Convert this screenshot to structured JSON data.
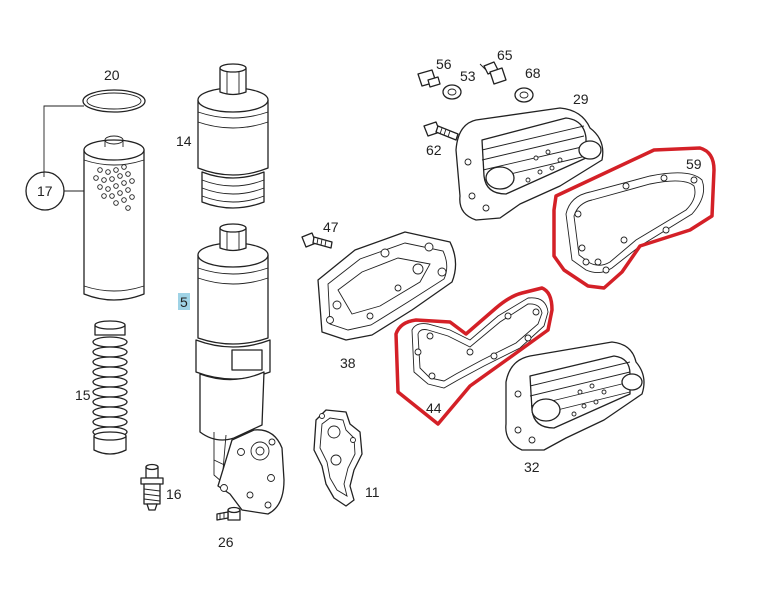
{
  "diagram": {
    "highlight_color": "#d42027",
    "selected_label_bg": "#9fd3e6",
    "labels": {
      "p20": "20",
      "p17": "17",
      "p14": "14",
      "p5": "5",
      "p15": "15",
      "p16": "16",
      "p26": "26",
      "p47": "47",
      "p38": "38",
      "p11": "11",
      "p44": "44",
      "p56": "56",
      "p53": "53",
      "p65": "65",
      "p68": "68",
      "p29": "29",
      "p62": "62",
      "p59": "59",
      "p32": "32"
    }
  }
}
